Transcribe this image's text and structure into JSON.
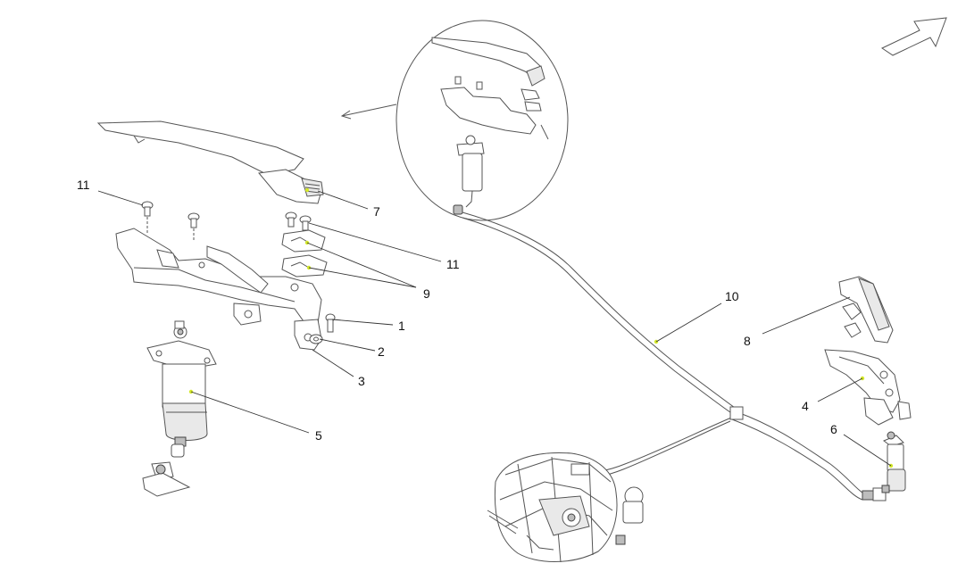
{
  "callouts": {
    "c1": "1",
    "c2": "2",
    "c3": "3",
    "c4": "4",
    "c5": "5",
    "c6": "6",
    "c7": "7",
    "c8": "8",
    "c9": "9",
    "c10": "10",
    "c11a": "11",
    "c11b": "11"
  },
  "icons": {
    "orientation": "direction-arrow-icon",
    "detail_pointer": "pointer-arrow-icon"
  },
  "colors": {
    "line": "#555555",
    "label": "#111111",
    "marker": "#d4e82a"
  }
}
